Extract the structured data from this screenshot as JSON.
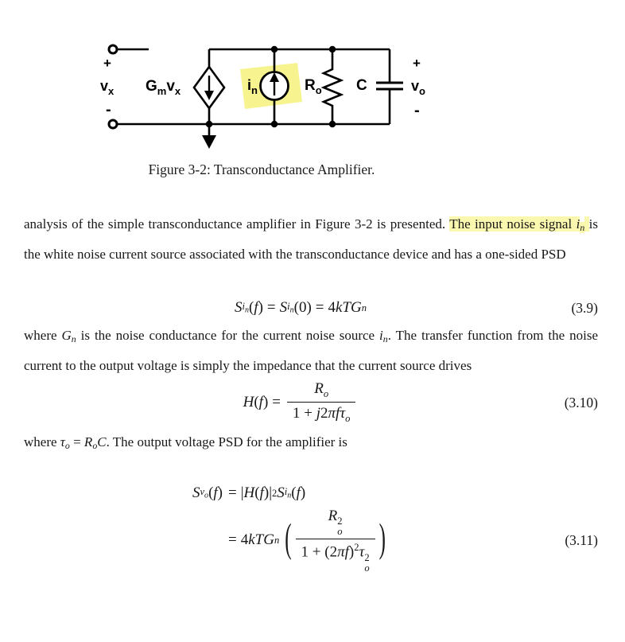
{
  "colors": {
    "figure_highlight": "#f7f38f",
    "text_highlight": "#faf7ae",
    "ink": "#151515"
  },
  "figure": {
    "caption": "Figure 3-2: Transconductance Amplifier.",
    "labels": {
      "plus_left": "+",
      "vx_base": "v",
      "vx_sub": "x",
      "minus_left": "-",
      "gm_base": "G",
      "gm_sub": "m",
      "gv_base": "v",
      "gv_sub": "x",
      "in_base": "i",
      "in_sub": "n",
      "ro_base": "R",
      "ro_sub": "o",
      "cap": "C",
      "plus_right": "+",
      "vo_base": "v",
      "vo_sub": "o",
      "minus_right": "-"
    }
  },
  "paragraphs": {
    "p1": [
      {
        "t": "analysis of the simple transconductance amplifier in Figure 3-2 is presented. ",
        "c": ""
      },
      {
        "t": "The input noise signal ",
        "c": "hl"
      },
      {
        "t": "i",
        "c": "hl mi"
      },
      {
        "t": "n",
        "c": "hl mi sb"
      },
      {
        "t": " ",
        "c": "hl"
      },
      {
        "t": "is the white noise current source associated with the transconductance device and has a one-sided PSD",
        "c": ""
      }
    ],
    "p2": [
      {
        "t": "where ",
        "c": ""
      },
      {
        "t": "G",
        "c": "mi"
      },
      {
        "t": "n",
        "c": "mi sb"
      },
      {
        "t": " is the noise conductance for the current noise source ",
        "c": ""
      },
      {
        "t": "i",
        "c": "mi"
      },
      {
        "t": "n",
        "c": "mi sb"
      },
      {
        "t": ".  The transfer function from the noise current to the output voltage is simply the impedance that the current source drives",
        "c": ""
      }
    ],
    "p3": [
      {
        "t": "where ",
        "c": ""
      },
      {
        "t": "τ",
        "c": "mi"
      },
      {
        "t": "o",
        "c": "mi sb"
      },
      {
        "t": " = ",
        "c": ""
      },
      {
        "t": "R",
        "c": "mi"
      },
      {
        "t": "o",
        "c": "mi sb"
      },
      {
        "t": "C",
        "c": "mi"
      },
      {
        "t": ". The output voltage PSD for the amplifier is",
        "c": ""
      }
    ]
  },
  "equations": {
    "eq39": {
      "S1": "S",
      "i1": "i",
      "n1": "n",
      "lp1": "(",
      "f1": "f",
      "rp1": ") ",
      "eq1": "= ",
      "S2": "S",
      "i2": "i",
      "n2": "n",
      "lp2": "(",
      "z": "0",
      "rp2": ") ",
      "eq2": "= ",
      "four": "4",
      "kTG": "kTG",
      "gn": "n",
      "number": "(3.9)"
    },
    "eq310": {
      "H": "H",
      "lp": "(",
      "f": "f",
      "rp": ") ",
      "eq": "=",
      "R": "R",
      "Rsub": "o",
      "one": "1 + ",
      "j": "j",
      "two": "2",
      "pi": "π",
      "f2": "f",
      "tau": "τ",
      "tausub": "o",
      "number": "(3.10)"
    },
    "eq311": {
      "line1": {
        "S": "S",
        "v": "v",
        "vo": "o",
        "lp": "(",
        "f": "f",
        "rp": ")",
        "eq": "= ",
        "b1": "|",
        "H": "H",
        "lp2": "(",
        "f2": "f",
        "rp2": ")",
        "b2": "|",
        "sq": "2",
        "S2": "S",
        "i": "i",
        "n": "n",
        "lp3": "(",
        "f3": "f",
        "rp3": ")"
      },
      "line2": {
        "eq": "= ",
        "four": "4",
        "kTG": "kTG",
        "gn": "n",
        "lparen": "(",
        "R": "R",
        "Rsq": "2",
        "Rsub": "o",
        "one": "1 + (2",
        "pi": "π",
        "f": "f",
        "rp": ")",
        "psq": "2",
        "tau": "τ",
        "tsq": "2",
        "tsub": "o",
        "rparen": ")"
      },
      "number": "(3.11)"
    }
  }
}
